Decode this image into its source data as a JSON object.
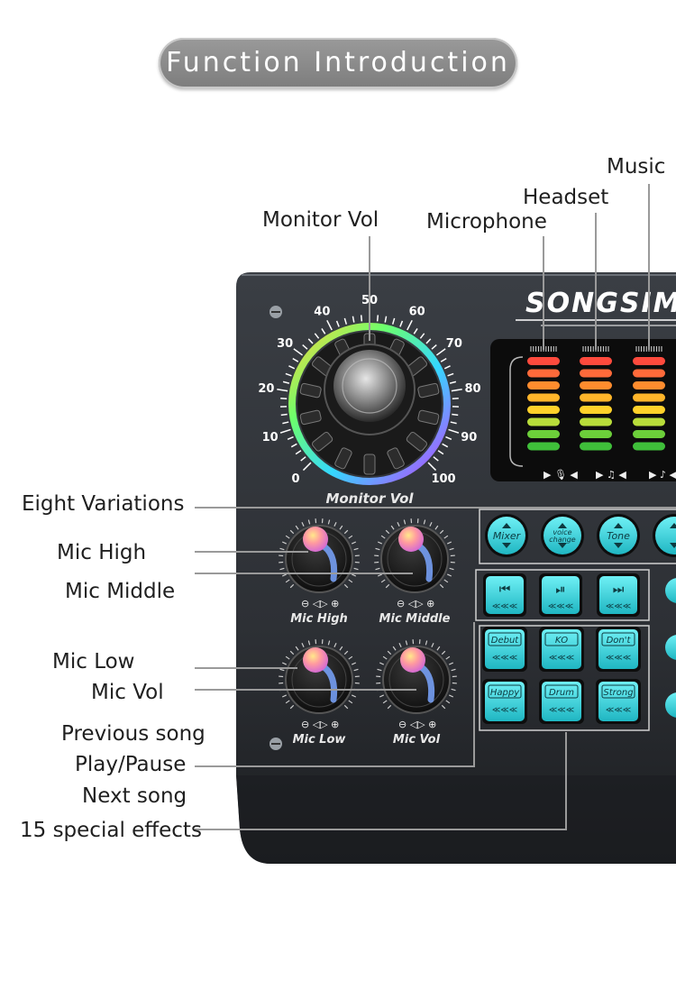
{
  "header": {
    "title": "Function Introduction"
  },
  "device": {
    "brand": "SONGSIM",
    "monitor_knob_label": "Monitor Vol",
    "dial_scale": [
      "0",
      "10",
      "20",
      "30",
      "40",
      "50",
      "60",
      "70",
      "80",
      "90",
      "100"
    ],
    "mic_knobs": [
      "Mic High",
      "Mic Middle",
      "Mic Low",
      "Mic Vol"
    ],
    "top_buttons": [
      "Mixer",
      "voice change",
      "Tone"
    ],
    "transport_buttons": [
      "previous-icon",
      "play-pause-icon",
      "next-icon"
    ],
    "effect_pads": [
      "Debut",
      "KO",
      "Don't",
      "Happy",
      "Drum",
      "Strong"
    ],
    "accent_color": "#2fd3dc",
    "meter_colors": [
      "#ff4a3d",
      "#ff6a3a",
      "#ff8c2e",
      "#ffb52a",
      "#ffd12a",
      "#b8dd3a",
      "#6ccf3a",
      "#3fbf3a"
    ]
  },
  "callouts": {
    "monitor_vol": "Monitor Vol",
    "microphone": "Microphone",
    "headset": "Headset",
    "music": "Music",
    "eight_variations": "Eight Variations",
    "mic_high": "Mic High",
    "mic_middle": "Mic Middle",
    "mic_low": "Mic Low",
    "mic_vol": "Mic Vol",
    "previous_song": "Previous song",
    "play_pause": "Play/Pause",
    "next_song": "Next song",
    "special_effects": "15 special effects"
  }
}
